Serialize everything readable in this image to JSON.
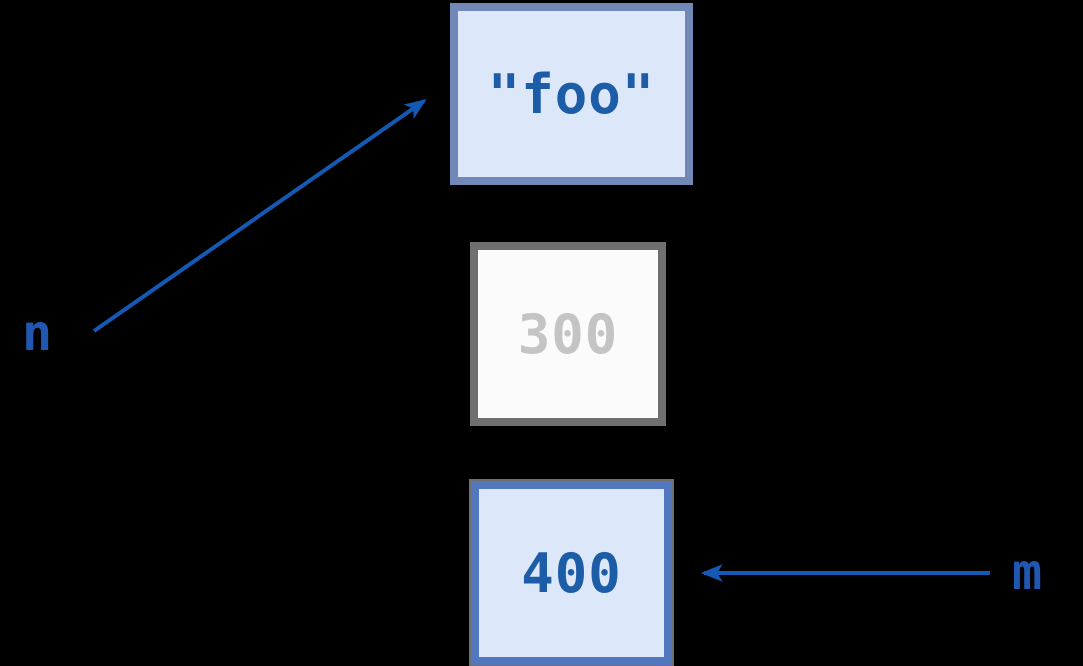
{
  "variables": [
    {
      "name": "n",
      "points_to": "\"foo\""
    },
    {
      "name": "m",
      "points_to": "400"
    }
  ],
  "boxes": [
    {
      "value": "\"foo\"",
      "state": "active"
    },
    {
      "value": "300",
      "state": "inactive"
    },
    {
      "value": "400",
      "state": "active"
    }
  ],
  "colors": {
    "background": "#000000",
    "arrow": "#1459b4",
    "active_fill": "#dce8fa",
    "active_border": "#7289b8",
    "active_border_strong": "#5377bc",
    "active_text": "#1d5da8",
    "inactive_fill": "#fbfbfb",
    "inactive_border": "#6f6f6f",
    "inactive_text": "#c4c4c4",
    "label_text": "#2057b0"
  }
}
